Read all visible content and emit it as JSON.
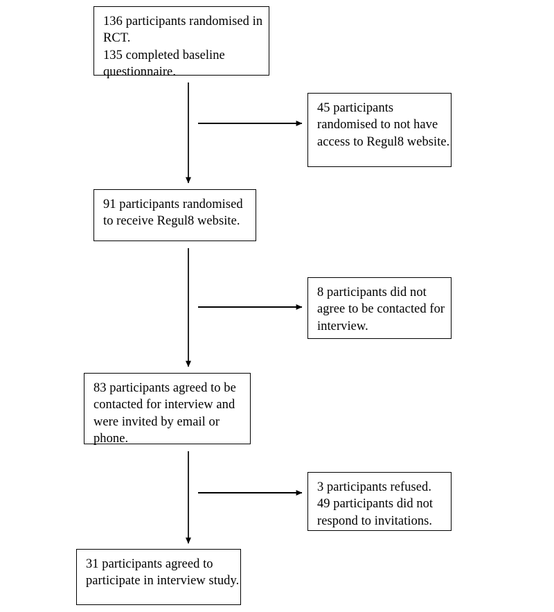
{
  "diagram": {
    "type": "flowchart",
    "title": "Participant flow through RCT and interview study",
    "orientation": "vertical-with-right-branches",
    "colors": {
      "background": "#ffffff",
      "box_border": "#000000",
      "text": "#000000",
      "connector": "#000000"
    },
    "nodes": [
      {
        "id": "box-1",
        "role": "main-stage",
        "text": "136 participants randomised in RCT.\n135 completed baseline questionnaire.",
        "counts": [
          136,
          135
        ]
      },
      {
        "id": "box-2",
        "role": "exclusion-branch",
        "text": "45 participants randomised to not have access to Regul8 website.",
        "counts": [
          45
        ]
      },
      {
        "id": "box-3",
        "role": "main-stage",
        "text": "91 participants randomised to receive Regul8 website.",
        "counts": [
          91
        ]
      },
      {
        "id": "box-4",
        "role": "exclusion-branch",
        "text": "8 participants did not agree to be contacted for interview.",
        "counts": [
          8
        ]
      },
      {
        "id": "box-5",
        "role": "main-stage",
        "text": "83 participants agreed to be contacted for interview and were invited by email or phone.",
        "counts": [
          83
        ]
      },
      {
        "id": "box-6",
        "role": "exclusion-branch",
        "text": "3 participants refused.\n49 participants did not respond to invitations.",
        "counts": [
          3,
          49
        ]
      },
      {
        "id": "box-7",
        "role": "main-stage",
        "text": "31 participants agreed to participate in interview study.",
        "counts": [
          31
        ]
      }
    ],
    "connectors": [
      {
        "id": "arrow-1-3",
        "from": "box-1",
        "to": "box-3",
        "direction": "down"
      },
      {
        "id": "arrow-1-2",
        "from": "box-1",
        "to": "box-2",
        "direction": "right"
      },
      {
        "id": "arrow-3-5",
        "from": "box-3",
        "to": "box-5",
        "direction": "down"
      },
      {
        "id": "arrow-3-4",
        "from": "box-3",
        "to": "box-4",
        "direction": "right"
      },
      {
        "id": "arrow-5-7",
        "from": "box-5",
        "to": "box-7",
        "direction": "down"
      },
      {
        "id": "arrow-5-6",
        "from": "box-5",
        "to": "box-6",
        "direction": "right"
      }
    ]
  }
}
